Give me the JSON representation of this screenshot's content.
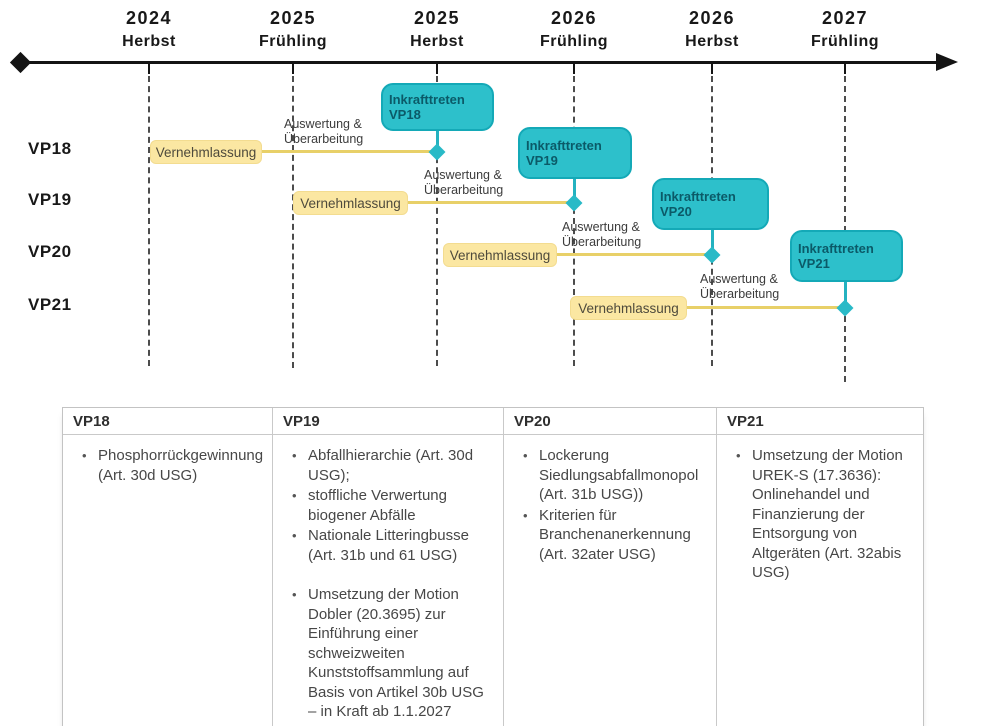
{
  "colors": {
    "teal_fill": "#2dc0cb",
    "teal_border": "#14a9b7",
    "teal_text": "#0b5a68",
    "yellow_fill": "#fbe7a2",
    "yellow_line": "#e8d068",
    "axis_black": "#141414",
    "table_border": "#c9c9c9"
  },
  "timeline": {
    "axis_labels": [
      {
        "year": "2024",
        "season": "Herbst"
      },
      {
        "year": "2025",
        "season": "Frühling"
      },
      {
        "year": "2025",
        "season": "Herbst"
      },
      {
        "year": "2026",
        "season": "Frühling"
      },
      {
        "year": "2026",
        "season": "Herbst"
      },
      {
        "year": "2027",
        "season": "Frühling"
      }
    ],
    "consult_label": "Vernehmlassung",
    "review_line1": "Auswertung &",
    "review_line2": "Überarbeitung",
    "rows": [
      {
        "name": "VP18",
        "enact_label": "Inkrafttreten VP18"
      },
      {
        "name": "VP19",
        "enact_label": "Inkrafttreten VP19"
      },
      {
        "name": "VP20",
        "enact_label": "Inkrafttreten VP20"
      },
      {
        "name": "VP21",
        "enact_label": "Inkrafttreten VP21"
      }
    ]
  },
  "table": {
    "columns": [
      {
        "header": "VP18",
        "items": [
          "Phosphorrückgewinnung (Art. 30d USG)"
        ]
      },
      {
        "header": "VP19",
        "items": [
          "Abfallhierarchie (Art. 30d USG);",
          "stoffliche Verwertung biogener Abfälle",
          "Nationale Litteringbusse (Art. 31b und 61 USG)",
          "Umsetzung der Motion Dobler (20.3695) zur Einführung einer schweizweiten Kunststoffsammlung auf Basis von Artikel 30b USG – in Kraft ab 1.1.2027"
        ]
      },
      {
        "header": "VP20",
        "items": [
          "Lockerung Siedlungsabfallmonopol (Art. 31b USG))",
          "Kriterien für Branchenanerkennung (Art. 32ater USG)"
        ]
      },
      {
        "header": "VP21",
        "items": [
          "Umsetzung der Motion UREK-S (17.3636): Onlinehandel und Finanzierung der Entsorgung von Altgeräten (Art. 32abis USG)"
        ]
      }
    ]
  }
}
